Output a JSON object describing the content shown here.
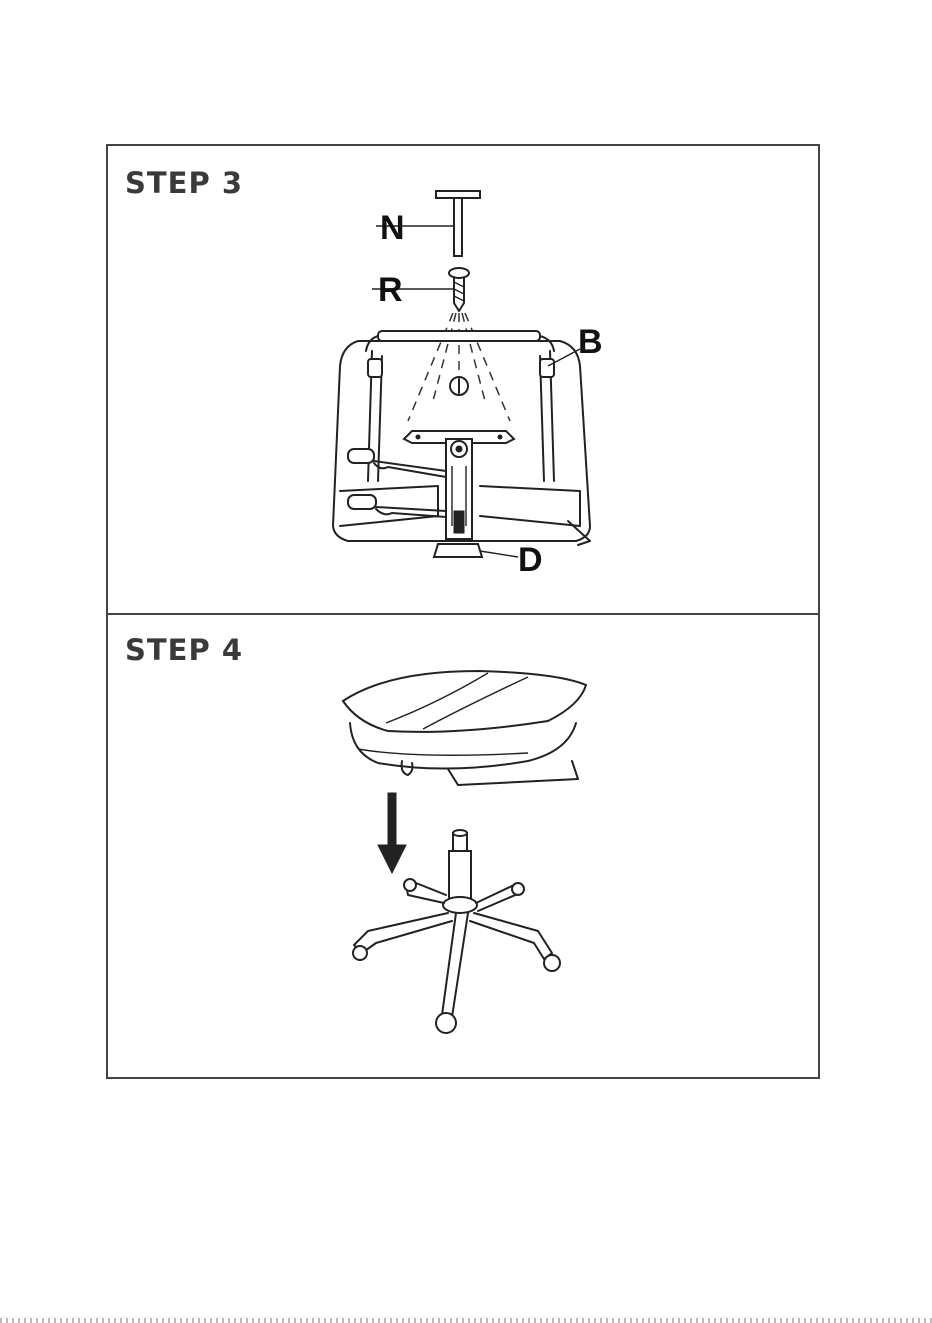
{
  "steps": [
    {
      "heading": "STEP 3",
      "callouts": {
        "n": "N",
        "r": "R",
        "b": "B",
        "d": "D"
      }
    },
    {
      "heading": "STEP 4"
    }
  ],
  "icons": {
    "step3": "seat-underside-mechanism-icon",
    "step4": "seat-onto-base-icon",
    "arrow": "down-arrow-icon"
  },
  "colors": {
    "line": "#222222",
    "frame": "#444444",
    "heading": "#3a3a3a"
  }
}
